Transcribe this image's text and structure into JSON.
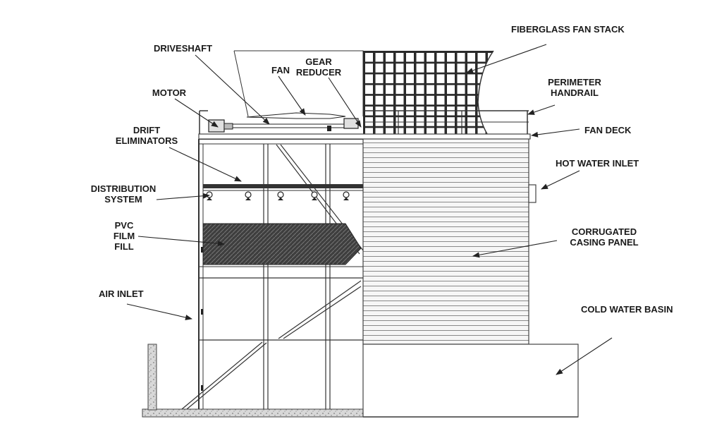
{
  "labels": {
    "fiberglass_fan_stack": "FIBERGLASS FAN STACK",
    "driveshaft": "DRIVESHAFT",
    "fan": "FAN",
    "gear_reducer_1": "GEAR",
    "gear_reducer_2": "REDUCER",
    "motor": "MOTOR",
    "perimeter_handrail_1": "PERIMETER",
    "perimeter_handrail_2": "HANDRAIL",
    "fan_deck": "FAN DECK",
    "drift_eliminators_1": "DRIFT",
    "drift_eliminators_2": "ELIMINATORS",
    "hot_water_inlet": "HOT WATER INLET",
    "distribution_system_1": "DISTRIBUTION",
    "distribution_system_2": "SYSTEM",
    "pvc_film_fill_1": "PVC",
    "pvc_film_fill_2": "FILM",
    "pvc_film_fill_3": "FILL",
    "corrugated_casing_panel_1": "CORRUGATED",
    "corrugated_casing_panel_2": "CASING PANEL",
    "air_inlet": "AIR INLET",
    "cold_water_basin": "COLD WATER BASIN"
  }
}
